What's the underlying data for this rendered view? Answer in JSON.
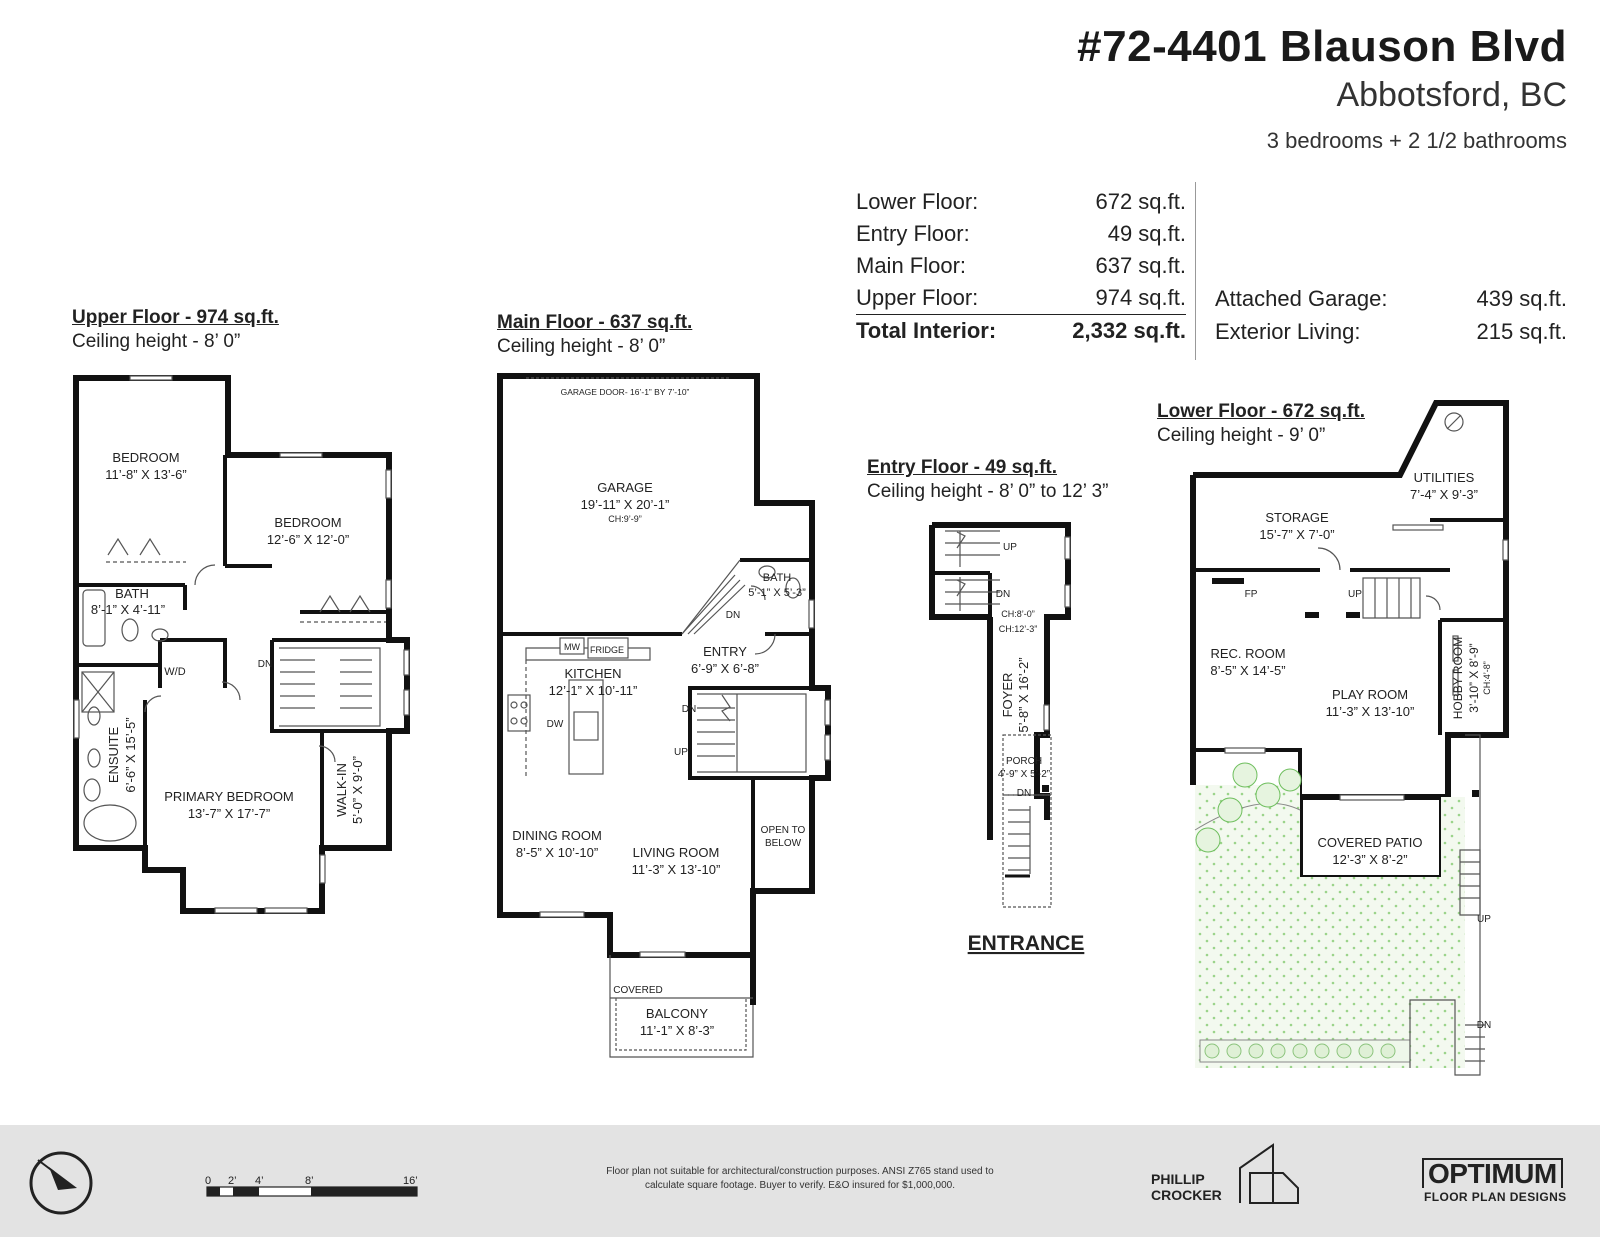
{
  "header": {
    "title": "#72-4401 Blauson Blvd",
    "city": "Abbotsford, BC",
    "beds": "3 bedrooms + 2 1/2 bathrooms"
  },
  "areas": [
    {
      "label": "Lower Floor:",
      "value": "672 sq.ft."
    },
    {
      "label": "Entry Floor:",
      "value": "49 sq.ft."
    },
    {
      "label": "Main Floor:",
      "value": "637 sq.ft."
    },
    {
      "label": "Upper Floor:",
      "value": "974 sq.ft."
    },
    {
      "label": "Total Interior:",
      "value": "2,332 sq.ft."
    }
  ],
  "extra_areas": [
    {
      "label": "Attached Garage:",
      "value": "439 sq.ft."
    },
    {
      "label": "Exterior Living:",
      "value": "215 sq.ft."
    }
  ],
  "floors": {
    "upper": {
      "title": "Upper Floor - 974 sq.ft.",
      "ceiling": "Ceiling height - 8’ 0”"
    },
    "main": {
      "title": "Main Floor - 637 sq.ft.",
      "ceiling": "Ceiling height - 8’ 0”"
    },
    "entry": {
      "title": "Entry Floor - 49 sq.ft.",
      "ceiling": "Ceiling height - 8’ 0” to 12’ 3”"
    },
    "lower": {
      "title": "Lower Floor - 672 sq.ft.",
      "ceiling": "Ceiling height - 9’ 0”"
    }
  },
  "rooms": {
    "bedroom1": {
      "name": "BEDROOM",
      "dim": "11’-8” X 13’-6”"
    },
    "bedroom2": {
      "name": "BEDROOM",
      "dim": "12’-6” X 12’-0”"
    },
    "bath_upper": {
      "name": "BATH",
      "dim": "8’-1” X 4’-11”"
    },
    "wd": "W/D",
    "dn_upper": "DN",
    "ensuite": {
      "name": "ENSUITE",
      "dim": "6’-6” X 15’-5”"
    },
    "primary": {
      "name": "PRIMARY BEDROOM",
      "dim": "13’-7” X 17’-7”"
    },
    "walkin": {
      "name": "WALK-IN",
      "dim": "5’-0” X 9’-0”"
    },
    "garage_door": "GARAGE DOOR- 16’-1” BY 7’-10”",
    "garage": {
      "name": "GARAGE",
      "dim": "19’-11” X 20’-1”",
      "ch": "CH:9’-9”"
    },
    "bath_main": {
      "name": "BATH",
      "dim": "5’-1” X 5’-3”"
    },
    "mw": "MW",
    "fridge": "FRIDGE",
    "kitchen": {
      "name": "KITCHEN",
      "dim": "12’-1” X 10’-11”"
    },
    "entry": {
      "name": "ENTRY",
      "dim": "6’-9” X 6’-8”"
    },
    "dw": "DW",
    "dn_main1": "DN",
    "dn_main2": "DN",
    "up_main": "UP",
    "dining": {
      "name": "DINING ROOM",
      "dim": "8’-5” X 10’-10”"
    },
    "living": {
      "name": "LIVING ROOM",
      "dim": "11’-3” X 13’-10”"
    },
    "open_below": [
      "OPEN TO",
      "BELOW"
    ],
    "covered": "COVERED",
    "balcony": {
      "name": "BALCONY",
      "dim": "11’-1” X 8’-3”"
    },
    "up_entry": "UP",
    "dn_entry": "DN",
    "ch_entry1": "CH:8’-0”",
    "ch_entry2": "CH:12’-3”",
    "foyer": {
      "name": "FOYER",
      "dim": "5’-8” X 16’-2”"
    },
    "porch": {
      "name": "PORCH",
      "dim": "4’-9” X 5’-2”"
    },
    "dn_porch": "DN",
    "entrance": "ENTRANCE",
    "utilities": {
      "name": "UTILITIES",
      "dim": "7’-4” X 9’-3”"
    },
    "storage": {
      "name": "STORAGE",
      "dim": "15’-7” X 7’-0”"
    },
    "fp": "FP",
    "up_lower": "UP",
    "rec": {
      "name": "REC. ROOM",
      "dim": "8’-5” X 14’-5”"
    },
    "play": {
      "name": "PLAY ROOM",
      "dim": "11’-3” X 13’-10”"
    },
    "hobby": {
      "name": "HOBBY ROOM",
      "dim": "3’-10” X 8’-9”",
      "ch": "CH:4’-8”"
    },
    "patio": {
      "name": "COVERED PATIO",
      "dim": "12’-3” X 8’-2”"
    },
    "up_yard": "UP",
    "dn_yard": "DN"
  },
  "footer": {
    "scale_ticks": [
      "0",
      "2’",
      "4’",
      "8’",
      "16’"
    ],
    "disclaimer": "Floor plan not suitable for architectural/construction purposes. ANSI Z765 stand used to calculate square footage. Buyer to verify. E&O insured for $1,000,000.",
    "brand1_line1": "PHILLIP",
    "brand1_line2": "CROCKER",
    "brand2": "OPTIMUM",
    "brand2_sub": "FLOOR PLAN DESIGNS"
  }
}
